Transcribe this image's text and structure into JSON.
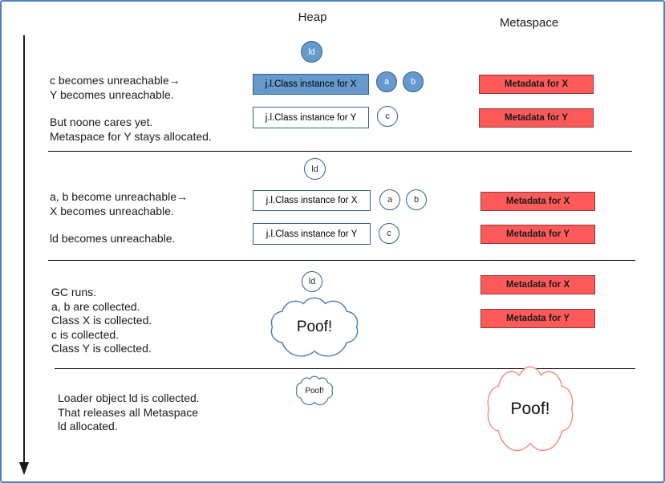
{
  "colors": {
    "page_border": "#4f81bd",
    "blue_fill": "#6699cc",
    "blue_border": "#31608f",
    "red_fill": "#ff5a5a",
    "red_border": "#953735",
    "cloud_blue": "#4a7cae",
    "cloud_red": "#fd8472",
    "text": "#1a1a1a",
    "line": "#000000"
  },
  "headers": {
    "heap": "Heap",
    "metaspace": "Metaspace"
  },
  "labels": {
    "ld": "ld",
    "a": "a",
    "b": "b",
    "c": "c",
    "class_x": "j.l.Class instance for X",
    "class_y": "j.l.Class instance for Y",
    "meta_x": "Metadata for X",
    "meta_y": "Metadata for Y",
    "poof": "Poof!"
  },
  "rows": {
    "row1": {
      "para1": [
        "c becomes unreachable→",
        "Y becomes unreachable."
      ],
      "para2": [
        "But noone cares yet.",
        "Metaspace for Y stays allocated."
      ]
    },
    "row2": {
      "para1": [
        "a, b become unreachable→",
        "X becomes unreachable."
      ],
      "para2": [
        "ld becomes unreachable."
      ]
    },
    "row3": {
      "para1": [
        "GC runs.",
        "a, b are collected.",
        "Class X is collected.",
        "c is collected.",
        "Class Y is collected."
      ]
    },
    "row4": {
      "para1": [
        "Loader object ld is collected.",
        "That releases all Metaspace",
        "ld allocated."
      ]
    }
  }
}
